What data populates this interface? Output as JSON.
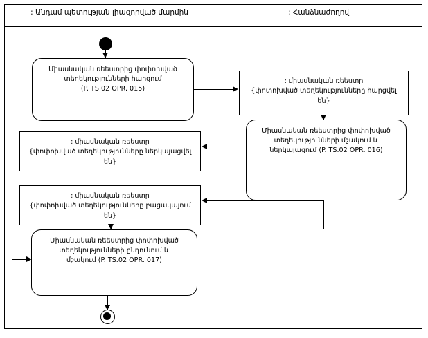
{
  "diagram": {
    "type": "uml-activity-diagram",
    "swimlanes": [
      {
        "id": "member-state-authority",
        "title": ": Անդամ պետության լիազորված մարմին"
      },
      {
        "id": "commission",
        "title": ": Հանձնաժողով"
      }
    ]
  },
  "nodes": {
    "initial": {
      "name": "initial-node",
      "lane": "member-state-authority"
    },
    "action_015": {
      "label": "Միասնական ռեեստրից փոփոխված\nտեղեկությունների հարցում\n(P. TS.02 OPR. 015)",
      "code": "P. TS.02 OPR. 015",
      "lane": "member-state-authority"
    },
    "object_requested": {
      "label": ": միասնական ռեեստր\n{փոփոխված տեղեկությունները հարցվել են}",
      "state": "{փոփոխված տեղեկությունները հարցվել են}",
      "lane": "commission"
    },
    "action_016": {
      "label": "Միասնական ռեեստրից փոփոխված\nտեղեկությունների մշակում և\nներկայացում (P. TS.02 OPR. 016)",
      "code": "P. TS.02 OPR. 016",
      "lane": "commission"
    },
    "object_presented": {
      "label": ": միասնական ռեեստր\n{փոփոխված տեղեկությունները ներկայացվել են}",
      "state": "{փոփոխված տեղեկությունները ներկայացվել են}",
      "lane": "member-state-authority"
    },
    "object_absent": {
      "label": ": միասնական ռեեստր\n{փոփոխված տեղեկությունները բացակայում են}",
      "state": "{փոփոխված տեղեկությունները բացակայում են}",
      "lane": "member-state-authority"
    },
    "action_017": {
      "label": "Միասնական ռեեստրից փոփոխված\nտեղեկությունների ընդունում և\nմշակում (P. TS.02 OPR. 017)",
      "code": "P. TS.02 OPR. 017",
      "lane": "member-state-authority"
    },
    "final": {
      "name": "final-node",
      "lane": "member-state-authority"
    }
  },
  "colors": {
    "line": "#000000",
    "background": "#ffffff",
    "text": "#000000"
  }
}
